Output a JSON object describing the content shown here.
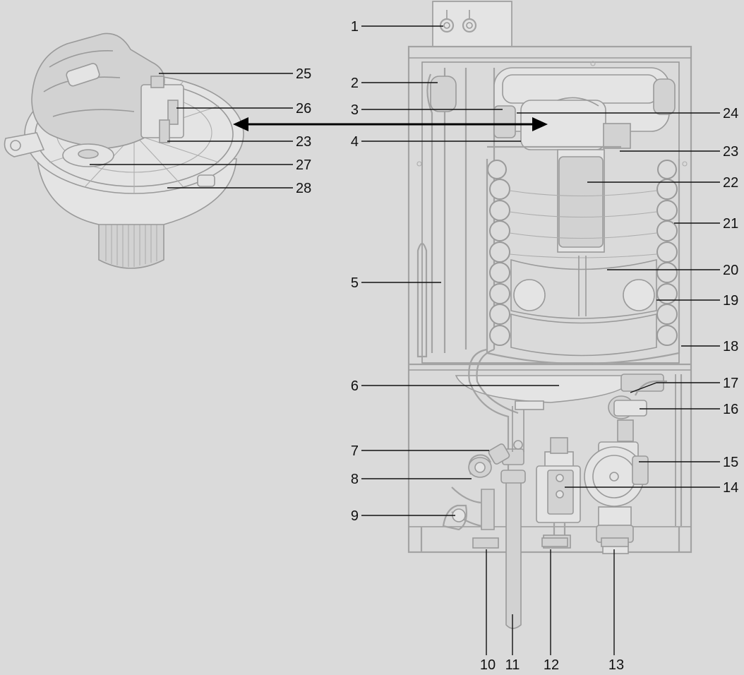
{
  "labels": {
    "l1": "1",
    "l2": "2",
    "l3": "3",
    "l4": "4",
    "l5": "5",
    "l6": "6",
    "l7": "7",
    "l8": "8",
    "l9": "9",
    "l10": "10",
    "l11": "11",
    "l12": "12",
    "l13": "13",
    "l14": "14",
    "l15": "15",
    "l16": "16",
    "l17": "17",
    "l18": "18",
    "l19": "19",
    "l20": "20",
    "l21": "21",
    "l22": "22",
    "l23": "23",
    "l24": "24",
    "l23b": "23",
    "l25": "25",
    "l26": "26",
    "l27": "27",
    "l28": "28"
  },
  "colors": {
    "background": "#dadada",
    "outline": "#9a9a9a",
    "callout": "#111111"
  }
}
